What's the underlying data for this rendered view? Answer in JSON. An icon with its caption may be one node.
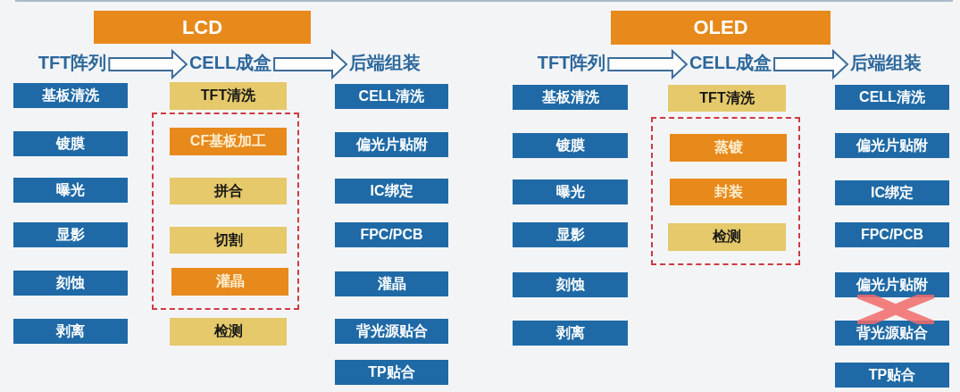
{
  "diagram": {
    "nodes": [
      {
        "text": [
          "LCD"
        ]
      },
      {
        "text": [
          "TFT阵列"
        ]
      },
      {
        "text": [
          "CELL成盒"
        ]
      },
      {
        "text": [
          "后端组装"
        ]
      },
      {
        "text": [
          "基板清洗"
        ]
      },
      {
        "text": [
          "镀膜"
        ]
      },
      {
        "text": [
          "曝光"
        ]
      },
      {
        "text": [
          "显影"
        ]
      },
      {
        "text": [
          "刻蚀"
        ]
      },
      {
        "text": [
          "剥离"
        ]
      },
      {
        "text": [
          "TFT清洗"
        ]
      },
      {
        "text": [],
        "shape": "box"
      },
      {
        "text": [
          "CF基板加工"
        ],
        "in": 11
      },
      {
        "text": [
          "拼合"
        ],
        "in": 11
      },
      {
        "text": [
          "切割"
        ],
        "in": 11
      },
      {
        "text": [
          "灌晶"
        ],
        "in": 11
      },
      {
        "text": [
          "检测"
        ]
      },
      {
        "text": [
          "CELL清洗"
        ]
      },
      {
        "text": [
          "偏光片贴附"
        ]
      },
      {
        "text": [
          "IC绑定"
        ]
      },
      {
        "text": [
          "FPC/PCB"
        ]
      },
      {
        "text": [
          "灌晶"
        ]
      },
      {
        "text": [
          "背光源贴合"
        ]
      },
      {
        "text": [
          "TP贴合"
        ]
      },
      {
        "text": [
          "OLED"
        ]
      },
      {
        "text": [
          "TFT阵列"
        ]
      },
      {
        "text": [
          "CELL成盒"
        ]
      },
      {
        "text": [
          "后端组装"
        ]
      },
      {
        "text": [
          "基板清洗"
        ]
      },
      {
        "text": [
          "镀膜"
        ]
      },
      {
        "text": [
          "曝光"
        ]
      },
      {
        "text": [
          "显影"
        ]
      },
      {
        "text": [
          "刻蚀"
        ]
      },
      {
        "text": [
          "剥离"
        ]
      },
      {
        "text": [
          "TFT清洗"
        ]
      },
      {
        "text": [],
        "shape": "box"
      },
      {
        "text": [
          "蒸镀"
        ],
        "in": 35
      },
      {
        "text": [
          "封装"
        ],
        "in": 35
      },
      {
        "text": [
          "检测"
        ],
        "in": 35
      },
      {
        "text": [
          "CELL清洗"
        ]
      },
      {
        "text": [
          "偏光片贴附"
        ]
      },
      {
        "text": [
          "IC绑定"
        ]
      },
      {
        "text": [
          "FPC/PCB"
        ]
      },
      {
        "text": [
          "偏光片贴附"
        ]
      },
      {
        "text": [
          "背光源贴合"
        ]
      },
      {
        "text": [
          "TP贴合"
        ]
      },
      {
        "text": [],
        "shape": "cross"
      }
    ],
    "edges": [
      {
        "from": 1,
        "to": 2,
        "arrow": "to"
      },
      {
        "from": 2,
        "to": 3,
        "arrow": "to"
      },
      {
        "from": 25,
        "to": 26,
        "arrow": "to"
      },
      {
        "from": 26,
        "to": 27,
        "arrow": "to"
      }
    ]
  }
}
